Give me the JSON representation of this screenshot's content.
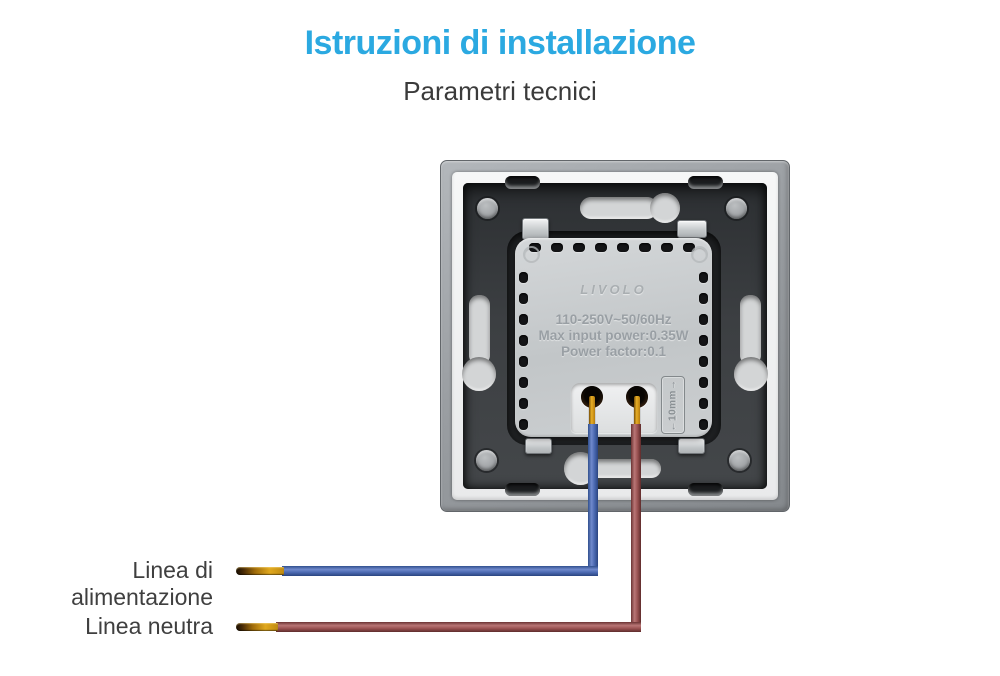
{
  "page": {
    "title": "Istruzioni di installazione",
    "subtitle": "Parametri tecnici"
  },
  "device": {
    "brand": "LIVOLO",
    "specs": [
      "110-250V~50/60Hz",
      "Max input power:0.35W",
      "Power factor:0.1"
    ],
    "strip_gauge": "←10mm→"
  },
  "wires": [
    {
      "id": "live",
      "label": "Linea di alimentazione",
      "insulation_color": "#4a68b0"
    },
    {
      "id": "neutral",
      "label": "Linea neutra",
      "insulation_color": "#9a5252"
    }
  ],
  "colors": {
    "accent_blue": "#2BA9E1",
    "text_dark": "#3F3F3F",
    "copper": "#D29018",
    "frame_gray": "#979B9F",
    "plate_dark": "#37393C"
  }
}
